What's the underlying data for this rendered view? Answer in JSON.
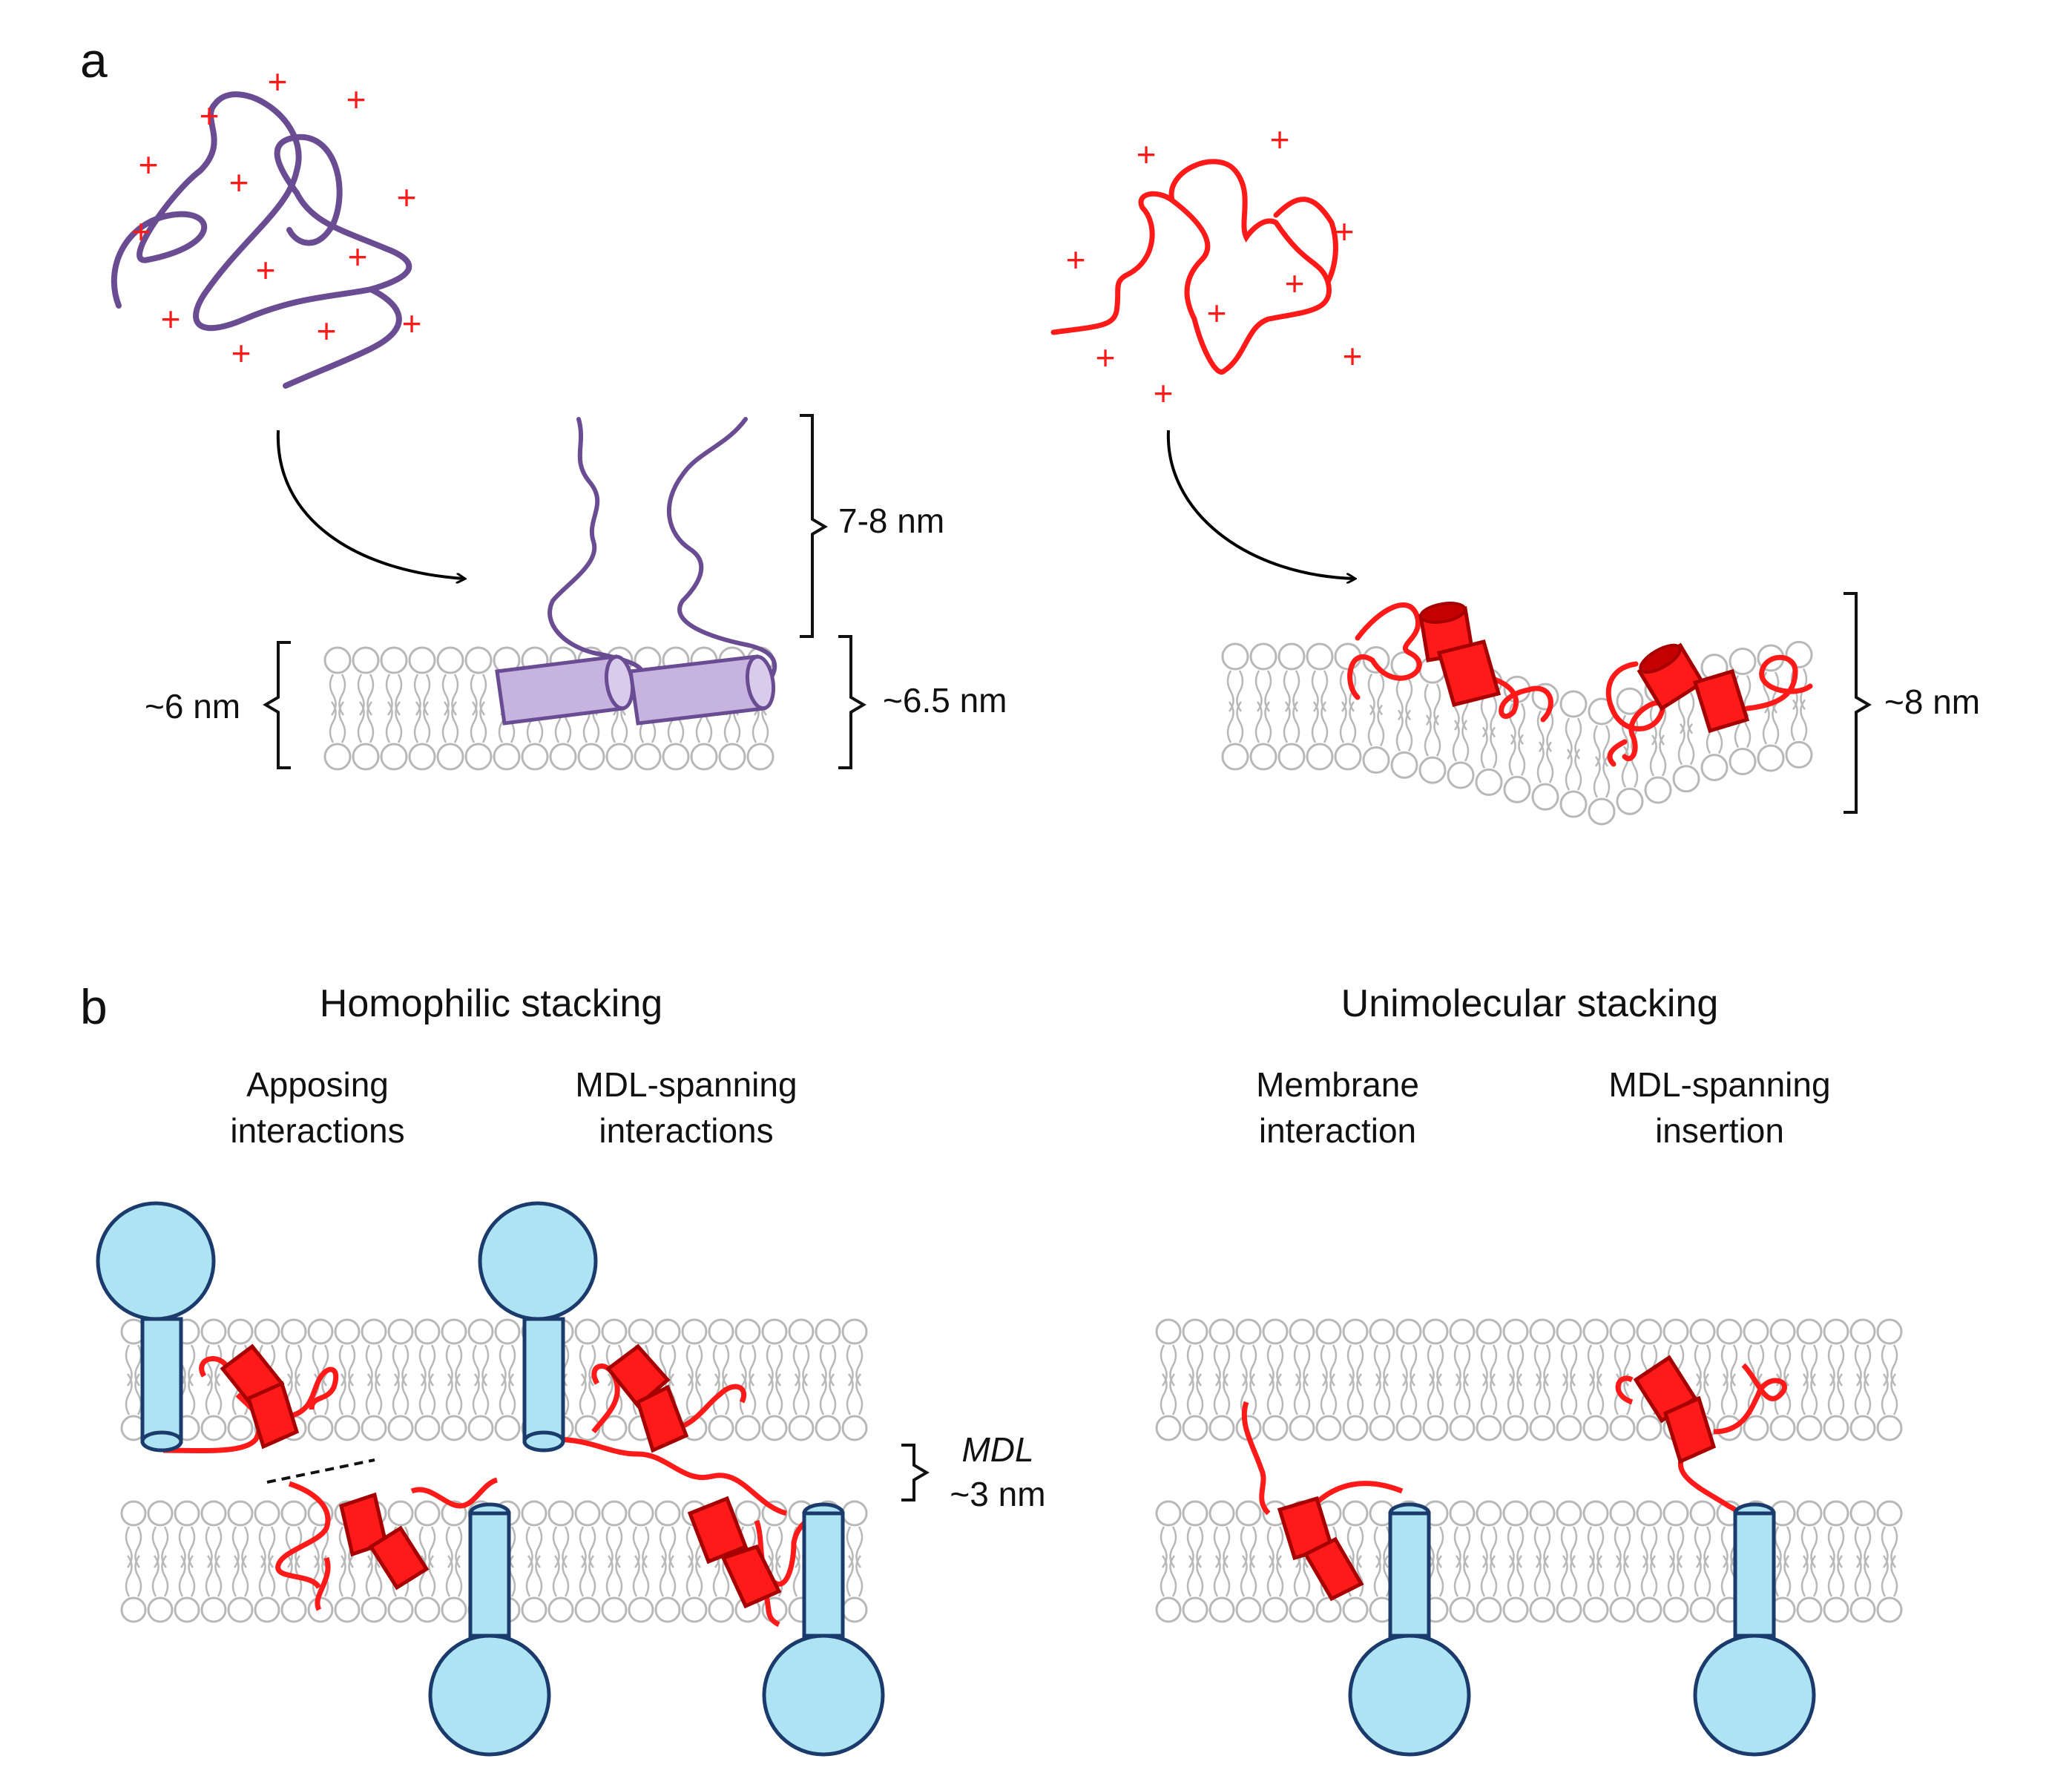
{
  "panel_a": {
    "letter": "a",
    "dimensions": {
      "protein_height": "7-8 nm",
      "bilayer_left": "~6 nm",
      "bilayer_left_bound": "~6.5 nm",
      "bilayer_right": "~8 nm"
    }
  },
  "panel_b": {
    "letter": "b",
    "homophilic": {
      "title": "Homophilic stacking",
      "apposing": [
        "Apposing",
        "interactions"
      ],
      "mdl_spanning": [
        "MDL-spanning",
        "interactions"
      ]
    },
    "unimolecular": {
      "title": "Unimolecular stacking",
      "membrane": [
        "Membrane",
        "interaction"
      ],
      "mdl_insertion": [
        "MDL-spanning",
        "insertion"
      ]
    },
    "mdl": {
      "name": "MDL",
      "distance": "~3 nm"
    }
  },
  "symbols": {
    "charge": "+"
  },
  "colors": {
    "purple_protein": "#6a4c93",
    "purple_helix": "#c6b3e0",
    "red_protein": "#ff1a1a",
    "red_helix_dark": "#a60000",
    "lipid_gray": "#b8b8b8",
    "anchor_fill": "#aee3f3",
    "anchor_stroke": "#1a3b6b"
  }
}
